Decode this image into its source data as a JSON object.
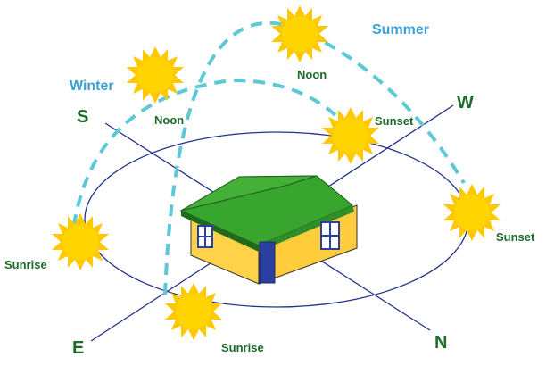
{
  "seasons": {
    "summer": "Summer",
    "winter": "Winter"
  },
  "compass": {
    "west": "W",
    "south": "S",
    "east": "E",
    "north": "N"
  },
  "sun_labels": {
    "summer_noon": "Noon",
    "winter_noon": "Noon",
    "winter_sunset": "Sunset",
    "summer_sunset": "Sunset",
    "winter_sunrise": "Sunrise",
    "summer_sunrise": "Sunrise"
  },
  "colors": {
    "sun": "#ffd400",
    "sun_ray": "#ffc800",
    "orbit_dash": "#5ec8d6",
    "horizon_line": "#22338a",
    "roof": "#3aa02e",
    "roof_dark": "#2b7d24",
    "wall": "#ffd24a",
    "wall_shade": "#f0b830",
    "window": "#2a3fa0",
    "text_green": "#1e6b2a",
    "text_blue": "#3aa0d5"
  }
}
